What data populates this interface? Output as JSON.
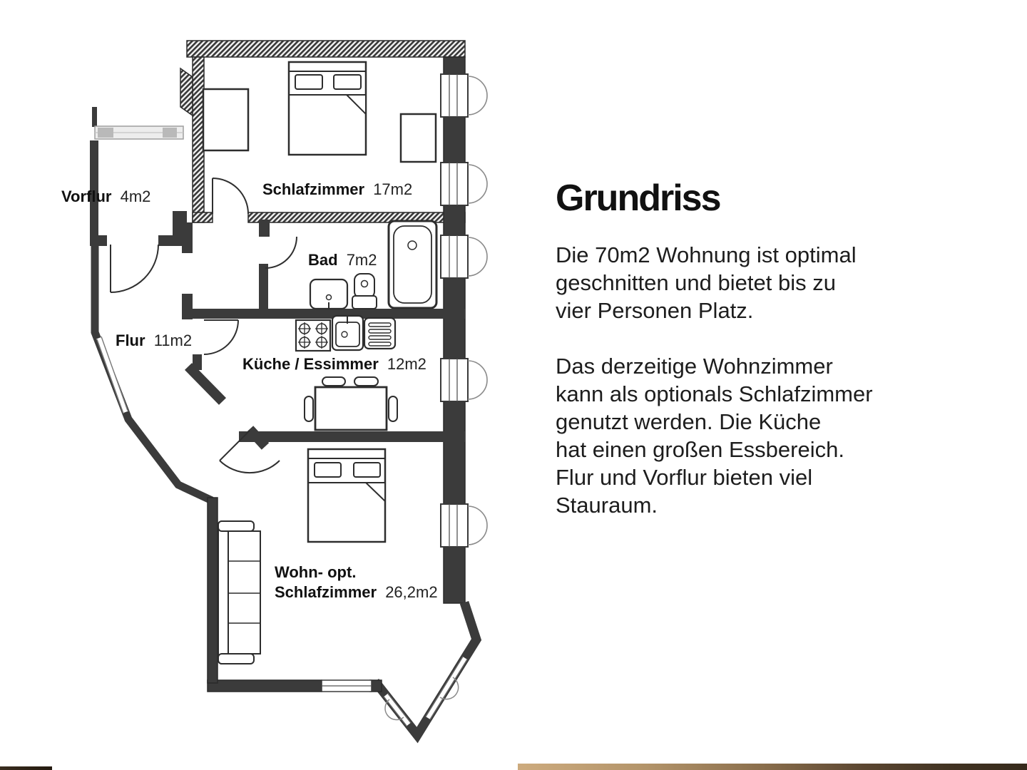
{
  "page": {
    "background": "#ffffff"
  },
  "floorplan": {
    "line_color": "#2f2f2f",
    "wall_color": "#3b3b3b",
    "rooms": [
      {
        "id": "vorflur",
        "name": "Vorflur",
        "area": "4m2"
      },
      {
        "id": "schlafzimmer",
        "name": "Schlafzimmer",
        "area": "17m2"
      },
      {
        "id": "bad",
        "name": "Bad",
        "area": "7m2"
      },
      {
        "id": "flur",
        "name": "Flur",
        "area": "11m2"
      },
      {
        "id": "kueche",
        "name": "Küche / Essimmer",
        "area": "12m2"
      },
      {
        "id": "wohnzimmer",
        "name_line1": "Wohn- opt.",
        "name_line2": "Schlafzimmer",
        "area": "26,2m2"
      }
    ]
  },
  "description": {
    "title": "Grundriss",
    "paragraph1": "Die 70m2 Wohnung ist optimal\ngeschnitten und bietet bis zu\nvier Personen Platz.",
    "paragraph2": "Das derzeitige Wohnzimmer\nkann als optionals Schlafzimmer\ngenutzt werden. Die Küche\nhat einen großen Essbereich.\nFlur und Vorflur bieten viel\nStauraum."
  },
  "decor": {
    "bottom_left_strip": "#31261a",
    "bottom_right_strip_start": "#cdab7e",
    "bottom_right_strip_end": "#362a1c"
  }
}
